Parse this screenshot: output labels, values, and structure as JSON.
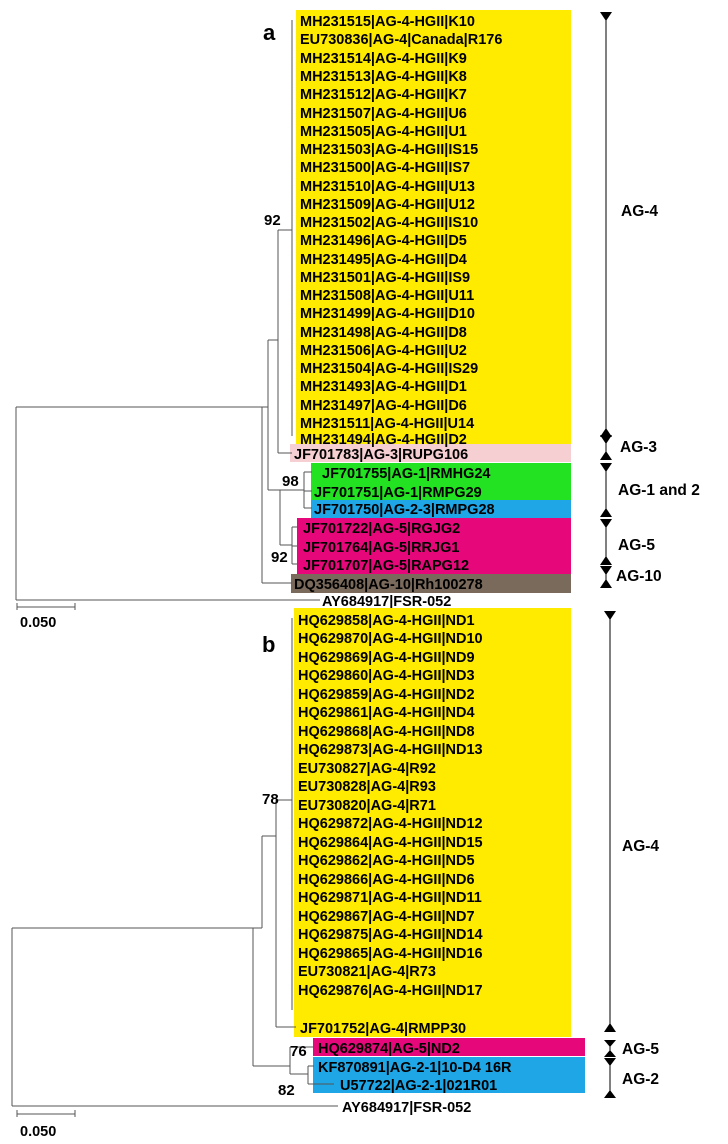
{
  "colors": {
    "AG-4": "#ffeb00",
    "AG-3": "#f6cfd2",
    "AG-1": "#22e222",
    "AG-2": "#1ea6e6",
    "AG-5": "#e6087a",
    "AG-10": "#7a6a5c"
  },
  "panels": [
    {
      "letter": "a",
      "scale": "0.050",
      "supports": [
        "92",
        "98",
        "92"
      ],
      "leaves": [
        {
          "label": "MH231515|AG-4-HGII|K10",
          "group": "AG-4"
        },
        {
          "label": "EU730836|AG-4|Canada|R176",
          "group": "AG-4"
        },
        {
          "label": "MH231514|AG-4-HGII|K9",
          "group": "AG-4"
        },
        {
          "label": "MH231513|AG-4-HGII|K8",
          "group": "AG-4"
        },
        {
          "label": "MH231512|AG-4-HGII|K7",
          "group": "AG-4"
        },
        {
          "label": "MH231507|AG-4-HGII|U6",
          "group": "AG-4"
        },
        {
          "label": "MH231505|AG-4-HGII|U1",
          "group": "AG-4"
        },
        {
          "label": "MH231503|AG-4-HGII|IS15",
          "group": "AG-4"
        },
        {
          "label": "MH231500|AG-4-HGII|IS7",
          "group": "AG-4"
        },
        {
          "label": "MH231510|AG-4-HGII|U13",
          "group": "AG-4"
        },
        {
          "label": "MH231509|AG-4-HGII|U12",
          "group": "AG-4"
        },
        {
          "label": "MH231502|AG-4-HGII|IS10",
          "group": "AG-4"
        },
        {
          "label": "MH231496|AG-4-HGII|D5",
          "group": "AG-4"
        },
        {
          "label": "MH231495|AG-4-HGII|D4",
          "group": "AG-4"
        },
        {
          "label": "MH231501|AG-4-HGII|IS9",
          "group": "AG-4"
        },
        {
          "label": "MH231508|AG-4-HGII|U11",
          "group": "AG-4"
        },
        {
          "label": "MH231499|AG-4-HGII|D10",
          "group": "AG-4"
        },
        {
          "label": "MH231498|AG-4-HGII|D8",
          "group": "AG-4"
        },
        {
          "label": "MH231506|AG-4-HGII|U2",
          "group": "AG-4"
        },
        {
          "label": "MH231504|AG-4-HGII|IS29",
          "group": "AG-4"
        },
        {
          "label": "MH231493|AG-4-HGII|D1",
          "group": "AG-4"
        },
        {
          "label": "MH231497|AG-4-HGII|D6",
          "group": "AG-4"
        },
        {
          "label": "MH231511|AG-4-HGII|U14",
          "group": "AG-4"
        },
        {
          "label": "MH231494|AG-4-HGII|D2",
          "group": "AG-4"
        },
        {
          "label": "JF701783|AG-3|RUPG106",
          "group": "AG-3"
        },
        {
          "label": "JF701755|AG-1|RMHG24",
          "group": "AG-1"
        },
        {
          "label": "JF701751|AG-1|RMPG29",
          "group": "AG-1"
        },
        {
          "label": "JF701750|AG-2-3|RMPG28",
          "group": "AG-2"
        },
        {
          "label": "JF701722|AG-5|RGJG2",
          "group": "AG-5"
        },
        {
          "label": "JF701764|AG-5|RRJG1",
          "group": "AG-5"
        },
        {
          "label": "JF701707|AG-5|RAPG12",
          "group": "AG-5"
        },
        {
          "label": "DQ356408|AG-10|Rh100278",
          "group": "AG-10"
        },
        {
          "label": "AY684917|FSR-052",
          "group": null
        }
      ],
      "groups": [
        "AG-4",
        "AG-3",
        "AG-1 and 2",
        "AG-5",
        "AG-10"
      ]
    },
    {
      "letter": "b",
      "scale": "0.050",
      "supports": [
        "78",
        "76",
        "82"
      ],
      "leaves": [
        {
          "label": "HQ629858|AG-4-HGII|ND1",
          "group": "AG-4"
        },
        {
          "label": "HQ629870|AG-4-HGII|ND10",
          "group": "AG-4"
        },
        {
          "label": "HQ629869|AG-4-HGII|ND9",
          "group": "AG-4"
        },
        {
          "label": "HQ629860|AG-4-HGII|ND3",
          "group": "AG-4"
        },
        {
          "label": "HQ629859|AG-4-HGII|ND2",
          "group": "AG-4"
        },
        {
          "label": "HQ629861|AG-4-HGII|ND4",
          "group": "AG-4"
        },
        {
          "label": "HQ629868|AG-4-HGII|ND8",
          "group": "AG-4"
        },
        {
          "label": "HQ629873|AG-4-HGII|ND13",
          "group": "AG-4"
        },
        {
          "label": "EU730827|AG-4|R92",
          "group": "AG-4"
        },
        {
          "label": "EU730828|AG-4|R93",
          "group": "AG-4"
        },
        {
          "label": "EU730820|AG-4|R71",
          "group": "AG-4"
        },
        {
          "label": "HQ629872|AG-4-HGII|ND12",
          "group": "AG-4"
        },
        {
          "label": "HQ629864|AG-4-HGII|ND15",
          "group": "AG-4"
        },
        {
          "label": "HQ629862|AG-4-HGII|ND5",
          "group": "AG-4"
        },
        {
          "label": "HQ629866|AG-4-HGII|ND6",
          "group": "AG-4"
        },
        {
          "label": "HQ629871|AG-4-HGII|ND11",
          "group": "AG-4"
        },
        {
          "label": "HQ629867|AG-4-HGII|ND7",
          "group": "AG-4"
        },
        {
          "label": "HQ629875|AG-4-HGII|ND14",
          "group": "AG-4"
        },
        {
          "label": "HQ629865|AG-4-HGII|ND16",
          "group": "AG-4"
        },
        {
          "label": "EU730821|AG-4|R73",
          "group": "AG-4"
        },
        {
          "label": "HQ629876|AG-4-HGII|ND17",
          "group": "AG-4"
        },
        {
          "label": "JF701752|AG-4|RMPP30",
          "group": "AG-4"
        },
        {
          "label": "HQ629874|AG-5|ND2",
          "group": "AG-5"
        },
        {
          "label": "KF870891|AG-2-1|10-D4 16R",
          "group": "AG-2"
        },
        {
          "label": "U57722|AG-2-1|021R01",
          "group": "AG-2"
        },
        {
          "label": "AY684917|FSR-052",
          "group": null
        }
      ],
      "groups": [
        "AG-4",
        "AG-5",
        "AG-2"
      ]
    }
  ]
}
